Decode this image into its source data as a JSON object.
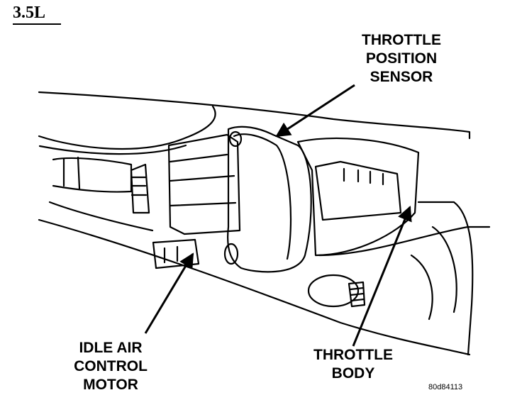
{
  "figure": {
    "engine_label": "3.5L",
    "reference_code": "80d84113"
  },
  "callouts": {
    "throttle_position_sensor": [
      "THROTTLE",
      "POSITION",
      "SENSOR"
    ],
    "idle_air_control_motor": [
      "IDLE AIR",
      "CONTROL",
      "MOTOR"
    ],
    "throttle_body": [
      "THROTTLE",
      "BODY"
    ]
  }
}
